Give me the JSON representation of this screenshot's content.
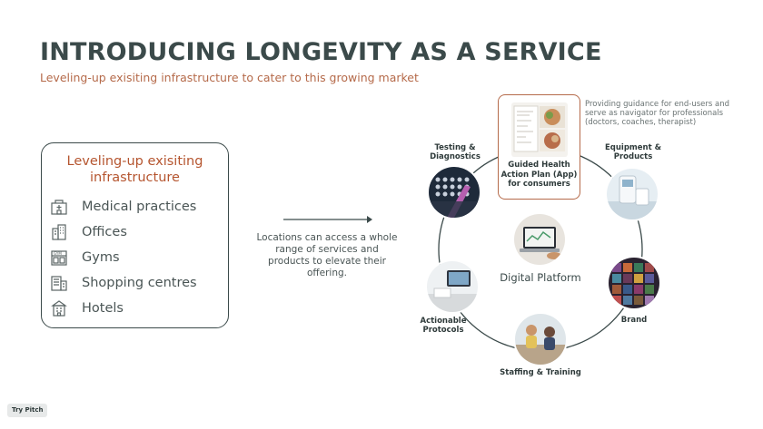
{
  "slide": {
    "title": "INTRODUCING LONGEVITY AS A SERVICE",
    "subtitle": "Leveling-up exisiting infrastructure to cater to this growing market"
  },
  "infrastructure": {
    "title": "Leveling-up exisiting infrastructure",
    "items": [
      {
        "label": "Medical practices",
        "icon": "hospital-icon"
      },
      {
        "label": "Offices",
        "icon": "office-building-icon"
      },
      {
        "label": "Gyms",
        "icon": "gym-icon"
      },
      {
        "label": "Shopping centres",
        "icon": "shopping-centre-icon"
      },
      {
        "label": "Hotels",
        "icon": "hotel-icon"
      }
    ]
  },
  "arrow": {
    "text": "Locations can access a whole range of services and products to elevate their offering."
  },
  "platform": {
    "center_label": "Digital Platform",
    "app": {
      "label": "Guided Health Action Plan (App) for consumers",
      "note": "Providing guidance for end-users and serve as navigator for professionals (doctors, coaches, therapist)"
    },
    "nodes": [
      {
        "label": "Testing & Diagnostics"
      },
      {
        "label": "Equipment & Products"
      },
      {
        "label": "Brand"
      },
      {
        "label": "Staffing & Training"
      },
      {
        "label": "Actionable Protocols"
      }
    ]
  },
  "badge": {
    "label": "Try Pitch"
  },
  "colors": {
    "title": "#3b4a4a",
    "accent": "#b56a4a",
    "ring": "#3b4a4a"
  }
}
